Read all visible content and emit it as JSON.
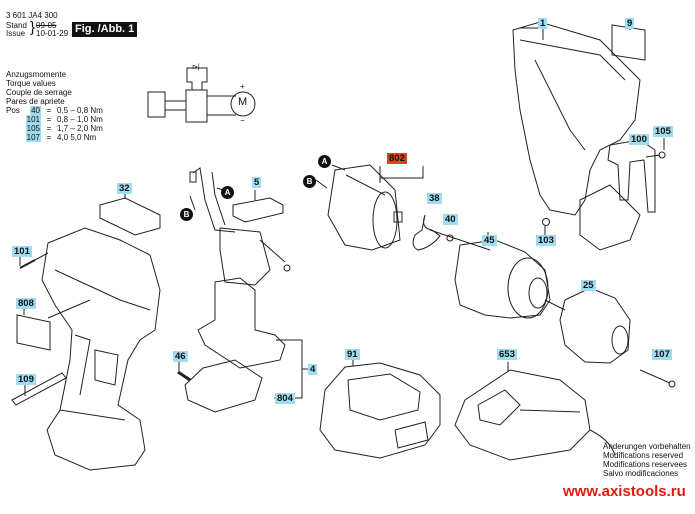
{
  "header": {
    "part_number": "3 601 JA4 300",
    "stand_label": "Stand",
    "issue_label": "Issue",
    "stand_date_struck": "09-05",
    "issue_date": "10-01-29",
    "figure_label": "Fig. /Abb. 1"
  },
  "torque": {
    "titles": [
      "Anzugsmomente",
      "Torque values",
      "Couple de serrage",
      "Pares de apriete"
    ],
    "pos_label": "Pos",
    "rows": [
      {
        "pos": "40",
        "eq": "=",
        "range": "0,5 – 0,8 Nm"
      },
      {
        "pos": "101",
        "eq": "=",
        "range": "0,8 – 1,0 Nm"
      },
      {
        "pos": "105",
        "eq": "=",
        "range": "1,7 – 2,0 Nm"
      },
      {
        "pos": "107",
        "eq": "=",
        "range": "4,0   5,0 Nm"
      }
    ]
  },
  "schematic": {
    "motor_label": "M",
    "plus": "+",
    "minus": "−"
  },
  "markers": {
    "a": "A",
    "b": "B"
  },
  "callouts": {
    "c1": "1",
    "c9": "9",
    "c100": "100",
    "c105": "105",
    "c103": "103",
    "c802": "802",
    "c38": "38",
    "c40": "40",
    "c45": "45",
    "c25": "25",
    "c107": "107",
    "c5": "5",
    "c32": "32",
    "c101": "101",
    "c808": "808",
    "c109": "109",
    "c46": "46",
    "c4": "4",
    "c804": "804",
    "c91": "91",
    "c653": "653"
  },
  "footer": {
    "notes": [
      "Änderungen vorbehalten",
      "Modifications reserved",
      "Modifications reservees",
      "Salvo modificaciones"
    ],
    "website": "www.axistools.ru"
  },
  "colors": {
    "callout_bg": "#9fdcf0",
    "callout_highlight_bg": "#e0401c",
    "website_color": "#e01a12"
  }
}
